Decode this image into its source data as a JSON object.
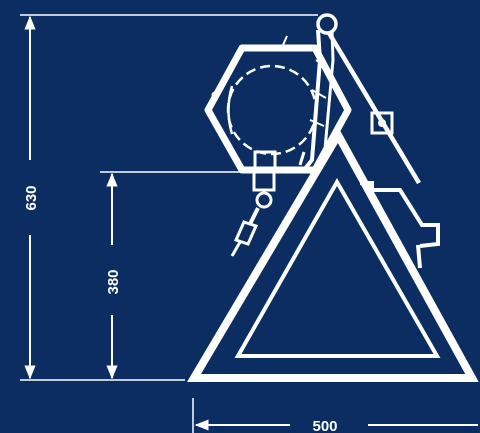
{
  "colors": {
    "background": "#0b2d62",
    "line": "#ffffff"
  },
  "dimensions": {
    "overall_height": "630",
    "arm_height": "380",
    "base_width": "500"
  }
}
